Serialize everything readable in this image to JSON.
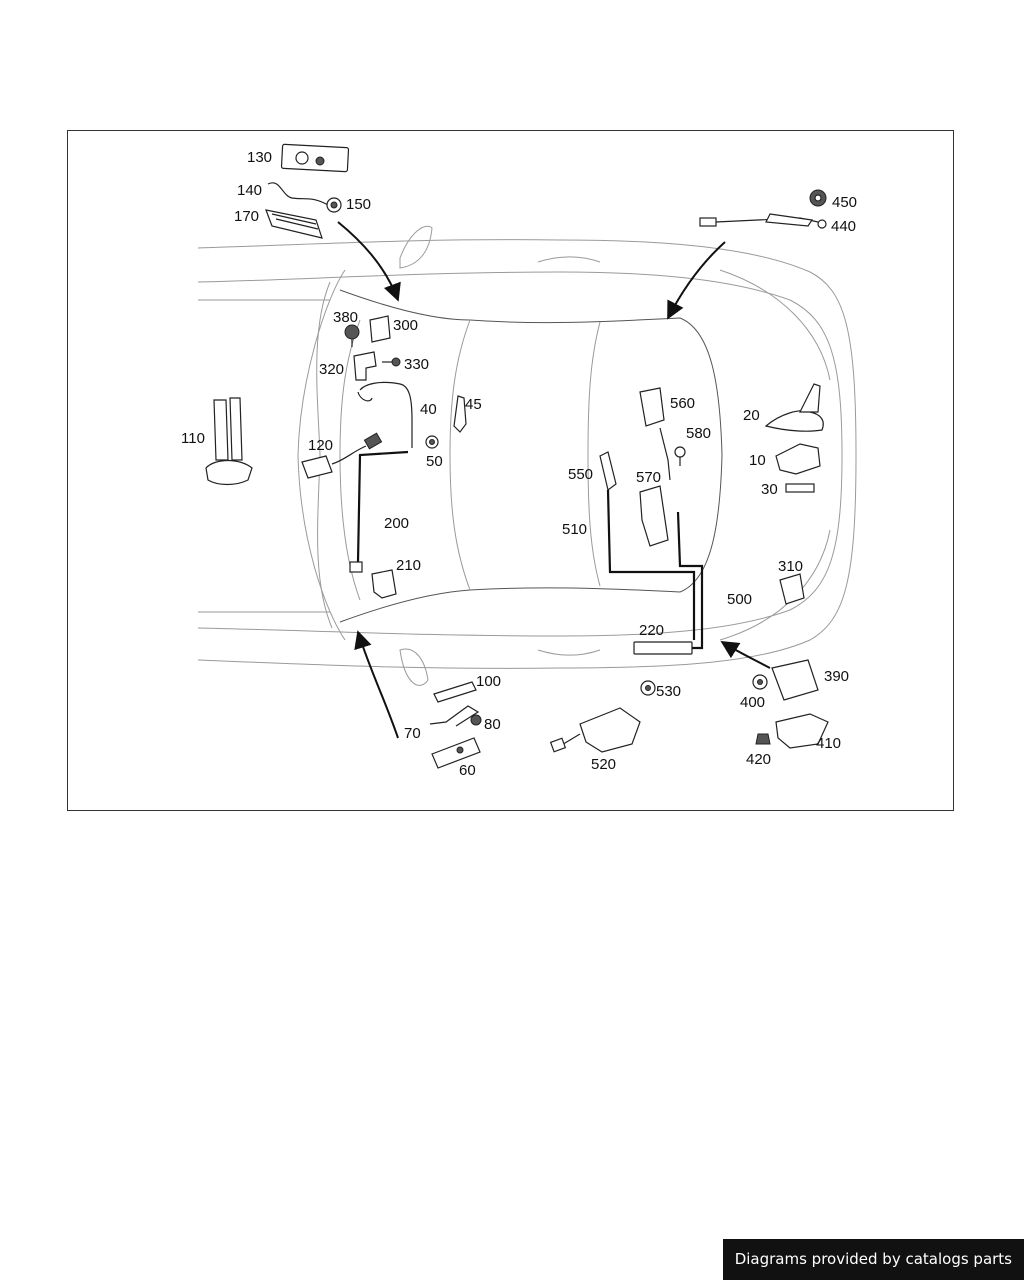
{
  "diagram": {
    "callouts": {
      "c10": "10",
      "c20": "20",
      "c30": "30",
      "c40": "40",
      "c45": "45",
      "c50": "50",
      "c60": "60",
      "c70": "70",
      "c80": "80",
      "c100": "100",
      "c110": "110",
      "c120": "120",
      "c130": "130",
      "c140": "140",
      "c150": "150",
      "c170": "170",
      "c200": "200",
      "c210": "210",
      "c220": "220",
      "c300": "300",
      "c310": "310",
      "c320": "320",
      "c330": "330",
      "c380": "380",
      "c390": "390",
      "c400": "400",
      "c410": "410",
      "c420": "420",
      "c440": "440",
      "c450": "450",
      "c500": "500",
      "c510": "510",
      "c520": "520",
      "c530": "530",
      "c550": "550",
      "c560": "560",
      "c570": "570",
      "c580": "580"
    }
  },
  "footer": {
    "credit": "Diagrams provided by catalogs parts"
  }
}
